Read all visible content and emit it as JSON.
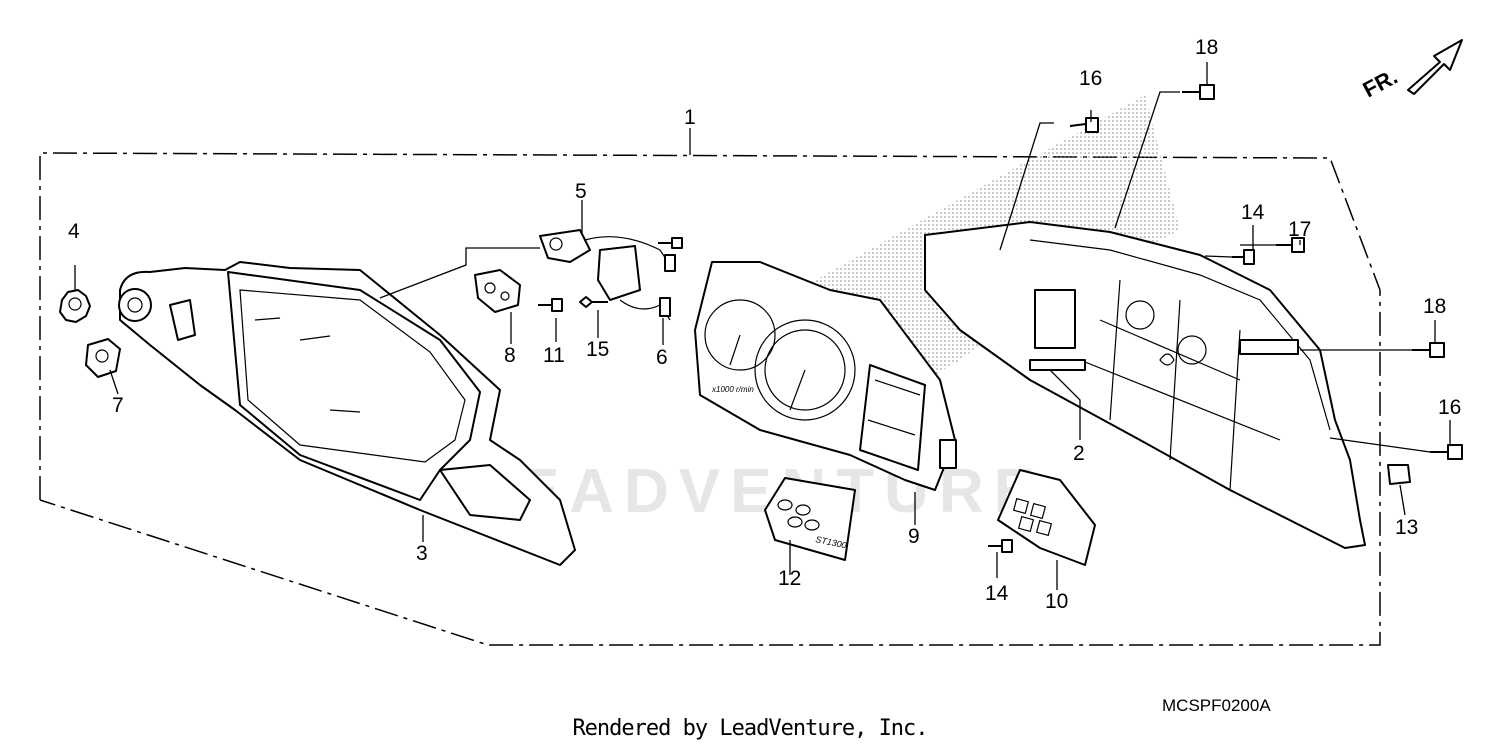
{
  "diagram": {
    "direction_label": "FR.",
    "watermark": "LEADVENTURE",
    "diagram_code": "MCSPF0200A",
    "credit": "Rendered by LeadVenture, Inc.",
    "callouts": {
      "c1": "1",
      "c2": "2",
      "c3": "3",
      "c4": "4",
      "c5": "5",
      "c6": "6",
      "c7": "7",
      "c8": "8",
      "c9": "9",
      "c10": "10",
      "c11": "11",
      "c12": "12",
      "c13": "13",
      "c14a": "14",
      "c14b": "14",
      "c15": "15",
      "c16a": "16",
      "c16b": "16",
      "c17": "17",
      "c18a": "18",
      "c18b": "18"
    },
    "panel_text": {
      "tach_scale": "x1000 r/min",
      "indicator_label": "ST1300"
    }
  }
}
